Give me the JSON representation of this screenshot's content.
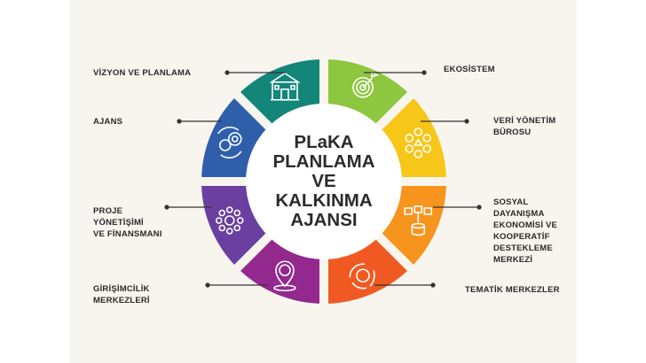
{
  "title_lines": [
    "PLaKA",
    "PLANLAMA",
    "VE",
    "KALKINMA",
    "AJANSI"
  ],
  "segments": [
    {
      "label": "VİZYON VE PLANLAMA",
      "icon": "target-flag-icon",
      "color": "#8dc63f"
    },
    {
      "label": "EKOSİSTEM",
      "icon": "network-people-icon",
      "color": "#f6c619"
    },
    {
      "label": "VERİ YÖNETİM\nBÜROSU",
      "icon": "data-folders-icon",
      "color": "#f7941d"
    },
    {
      "label": "SOSYAL\nDAYANIŞMA\nEKONOMİSİ VE\nKOOPERATİF\nDESTEKLEME\nMERKEZİ",
      "icon": "hands-together-icon",
      "color": "#f05a22"
    },
    {
      "label": "TEMATİK MERKEZLER",
      "icon": "location-pin-icon",
      "color": "#93298e"
    },
    {
      "label": "GİRİŞİMCİLİK\nMERKEZLERİ",
      "icon": "hub-network-icon",
      "color": "#6a3f9f"
    },
    {
      "label": "PROJE\nYÖNETİŞİMİ\nVE FİNANSMANI",
      "icon": "gears-icon",
      "color": "#2f5fab"
    },
    {
      "label": "AJANS",
      "icon": "building-icon",
      "color": "#138579"
    }
  ]
}
